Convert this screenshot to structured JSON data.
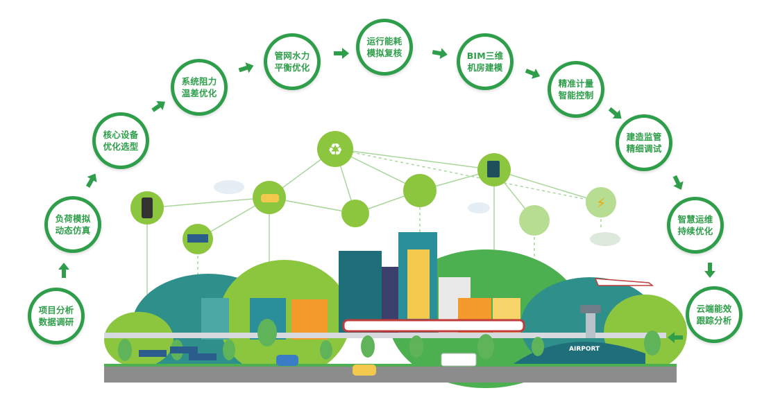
{
  "steps": [
    {
      "line1": "项目分析",
      "line2": "数据调研"
    },
    {
      "line1": "负荷模拟",
      "line2": "动态仿真"
    },
    {
      "line1": "核心设备",
      "line2": "优化选型"
    },
    {
      "line1": "系统阻力",
      "line2": "温差优化"
    },
    {
      "line1": "管网水力",
      "line2": "平衡优化"
    },
    {
      "line1": "运行能耗",
      "line2": "模拟复核"
    },
    {
      "line1": "BIM三维",
      "line2": "机房建模"
    },
    {
      "line1": "精准计量",
      "line2": "智能控制"
    },
    {
      "line1": "建造监管",
      "line2": "精细调试"
    },
    {
      "line1": "智慧运维",
      "line2": "持续优化"
    },
    {
      "line1": "云端能效",
      "line2": "跟踪分析"
    }
  ],
  "airport_sign": "AIRPORT",
  "icons": [
    "smartphone-icon",
    "solar-panel-icon",
    "ev-car-icon",
    "recycle-icon",
    "leaf-icon",
    "wifi-icon",
    "charging-station-icon",
    "wind-turbine-icon",
    "lightning-icon"
  ],
  "colors": {
    "brand_green": "#2f9e4a",
    "light_green": "#8cc63f",
    "teal": "#2f8f8a",
    "orange": "#f39a2b",
    "road": "#8c8c8c"
  }
}
